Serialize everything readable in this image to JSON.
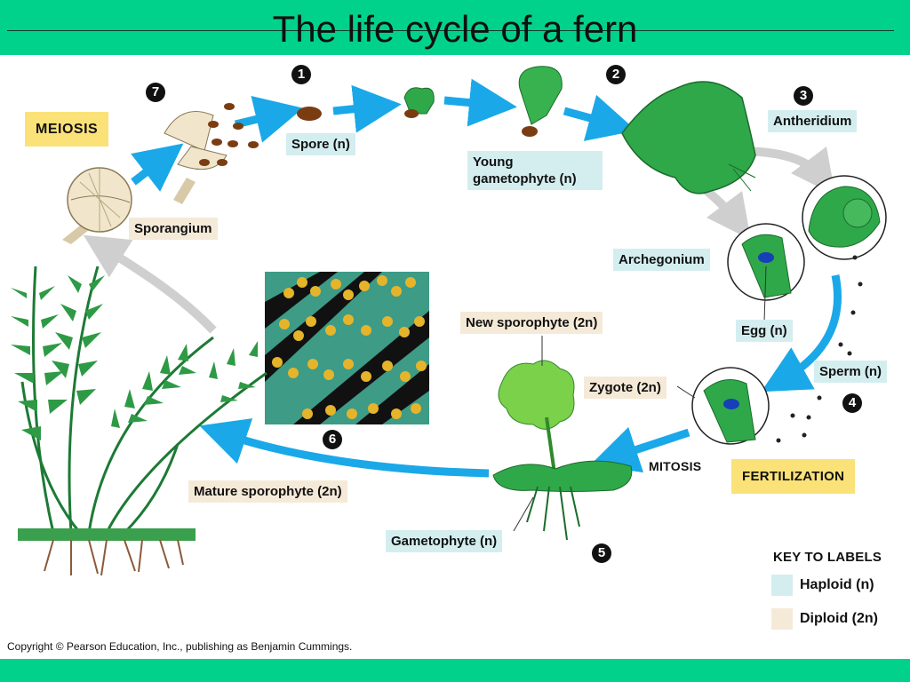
{
  "title": "The life cycle of a fern",
  "labels": {
    "meiosis": "Meiosis",
    "sporangium": "Sporangium",
    "spore": "Spore (n)",
    "young_gametophyte": "Young gametophyte (n)",
    "antheridium": "Antheridium",
    "archegonium": "Archegonium",
    "egg": "Egg (n)",
    "sperm": "Sperm (n)",
    "new_sporophyte": "New sporophyte (2n)",
    "zygote": "Zygote (2n)",
    "mitosis": "Mitosis",
    "fertilization": "Fertilization",
    "mature_sporophyte": "Mature sporophyte (2n)",
    "gametophyte": "Gametophyte (n)"
  },
  "steps": [
    "1",
    "2",
    "3",
    "4",
    "5",
    "6",
    "7"
  ],
  "key": {
    "title": "Key to labels",
    "haploid": "Haploid (n)",
    "diploid": "Diploid (2n)"
  },
  "copyright": "Copyright © Pearson Education, Inc., publishing as Benjamin Cummings.",
  "colors": {
    "background": "#00d28c",
    "haploid": "#d4eef0",
    "diploid": "#f5ead8",
    "arrow": "#1aa8e8",
    "highlight": "#fbe278"
  }
}
